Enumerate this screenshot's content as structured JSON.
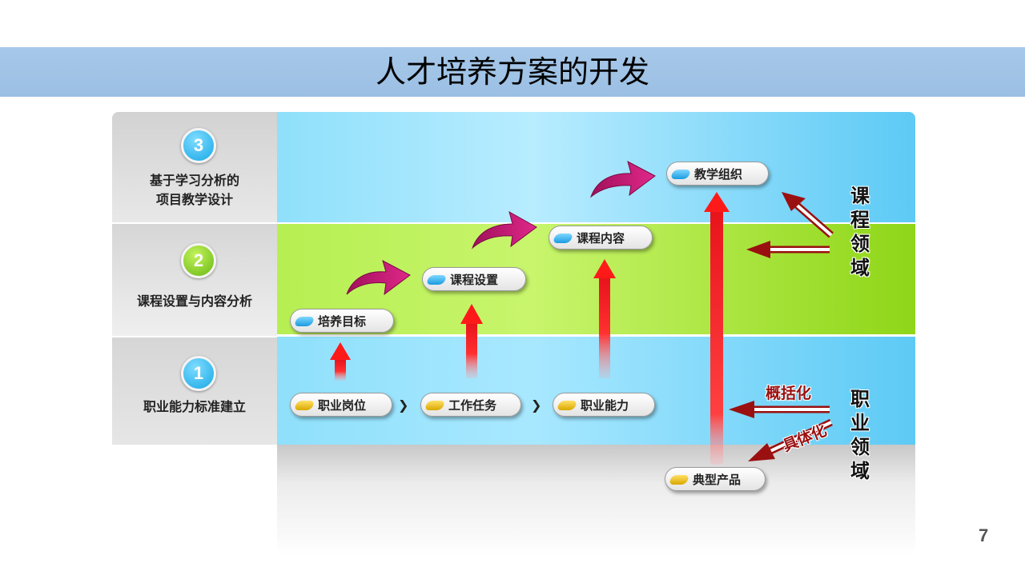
{
  "slide": {
    "title": "人才培养方案的开发",
    "page_number": "7"
  },
  "steps": [
    {
      "number": "3",
      "label_line1": "基于学习分析的",
      "label_line2": "项目教学设计"
    },
    {
      "number": "2",
      "label_line1": "课程设置与内容分析"
    },
    {
      "number": "1",
      "label_line1": "职业能力标准建立"
    }
  ],
  "nodes": {
    "teaching_org": "教学组织",
    "course_content": "课程内容",
    "course_setting": "课程设置",
    "training_goal": "培养目标",
    "job_position": "职业岗位",
    "work_task": "工作任务",
    "job_ability": "职业能力",
    "typical_product": "典型产品"
  },
  "side_labels": {
    "course_domain": "课程领域",
    "career_domain": "职业领域"
  },
  "arrow_labels": {
    "generalize": "概括化",
    "concretize": "具体化"
  },
  "colors": {
    "title_band": "#a6c8ea",
    "blue_band": "#8fe0fb",
    "green_band": "#b6ef52",
    "curved_arrow": "#d81b7e",
    "up_arrow": "#e8141c",
    "domain_arrow": "#9a1010"
  }
}
